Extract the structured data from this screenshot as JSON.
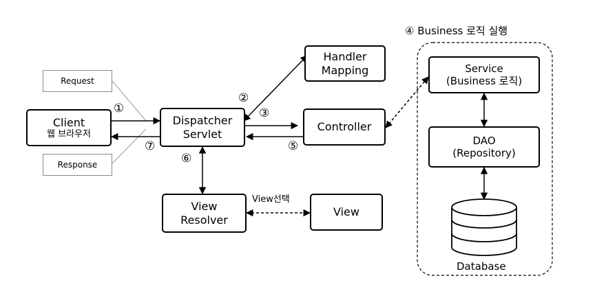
{
  "diagram": {
    "nodes": {
      "client": {
        "line1": "Client",
        "line2": "웹 브라우저"
      },
      "dispatcher": {
        "line1": "Dispatcher",
        "line2": "Servlet"
      },
      "handler_mapping": {
        "line1": "Handler",
        "line2": "Mapping"
      },
      "controller": {
        "label": "Controller"
      },
      "view_resolver": {
        "line1": "View",
        "line2": "Resolver"
      },
      "view": {
        "label": "View"
      },
      "service": {
        "line1": "Service",
        "line2": "(Business 로직)"
      },
      "dao": {
        "line1": "DAO",
        "line2": "(Repository)"
      },
      "database": {
        "label": "Database"
      }
    },
    "notes": {
      "request": "Request",
      "response": "Response"
    },
    "group_title": "④ Business 로직 실행",
    "steps": {
      "s1": "①",
      "s2": "②",
      "s3": "③",
      "s5": "⑤",
      "s6": "⑥",
      "s7": "⑦"
    },
    "edge_labels": {
      "view_select": "View선택"
    }
  }
}
